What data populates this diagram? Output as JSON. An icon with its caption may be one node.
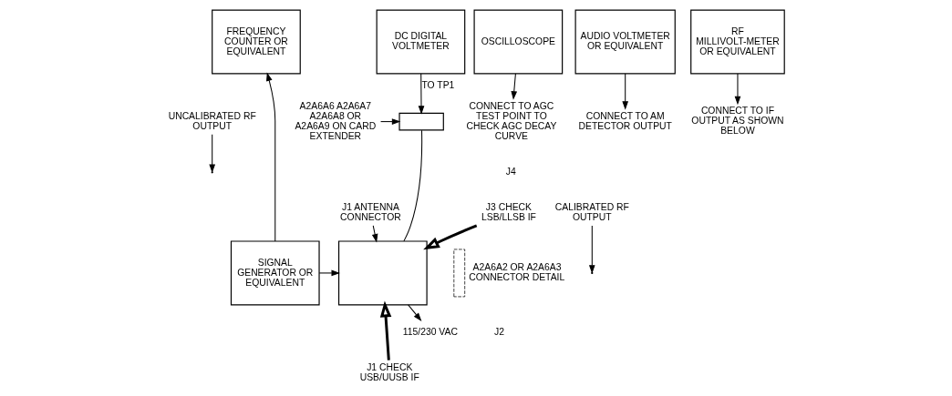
{
  "diagram": {
    "nodes": [
      {
        "text": [
          "FREQUENCY COUNTER OR EQUIVALENT"
        ]
      },
      {
        "text": [
          "SIGNAL GENERATOR OR EQUIVALENT"
        ]
      },
      {
        "text": [
          "DC DIGITAL VOLTMETER"
        ]
      },
      {
        "text": [],
        "shape": "box"
      },
      {
        "text": [],
        "shape": "box"
      },
      {
        "text": [
          "AUDIO VOLTMETER OR EQUIVALENT"
        ]
      },
      {
        "text": [
          "RF MILLIVOLT-METER OR EQUIVALENT"
        ]
      },
      {
        "text": [
          "OSCILLOSCOPE"
        ]
      },
      {
        "text": [
          "UNCALIBRATED RF OUTPUT"
        ]
      },
      {
        "text": [
          "J1 ANTENNA CONNECTOR"
        ]
      },
      {
        "text": [
          "CALIBRATED RF OUTPUT"
        ]
      },
      {
        "text": [
          "A2A6A6 A2A6A7 A2A6A8 OR A2A6A9 ON CARD EXTENDER"
        ]
      },
      {
        "text": [
          "115/230 VAC"
        ]
      },
      {
        "text": [
          "CONNECT TO AM DETECTOR OUTPUT"
        ]
      },
      {
        "text": [
          "CONNECT TO IF OUTPUT AS SHOWN BELOW"
        ]
      },
      {
        "text": [
          "CONNECT TO AGC TEST POINT TO CHECK AGC DECAY CURVE"
        ]
      },
      {
        "text": [],
        "shape": "bar",
        "beside": [
          "A2A6A2 OR A2A6A3 CONNECTOR DETAIL"
        ]
      },
      {
        "text": [
          "J4"
        ]
      },
      {
        "text": [
          "J3 CHECK LSB/LLSB IF"
        ]
      },
      {
        "text": [
          "J2"
        ]
      },
      {
        "text": [
          "J1 CHECK USB/UUSB IF"
        ]
      }
    ],
    "edges": [
      {
        "from": 1,
        "to": 0,
        "arrow": "to"
      },
      {
        "from": 1,
        "to": 4,
        "arrow": "to"
      },
      {
        "from": 2,
        "to": 3,
        "arrow": "to",
        "label": "TO TP1"
      },
      {
        "from": 3,
        "to": 4,
        "arrow": "none"
      },
      {
        "from": 4,
        "to": 12,
        "arrow": "to"
      },
      {
        "from": 5,
        "to": 13,
        "arrow": "to"
      },
      {
        "from": 6,
        "to": 14,
        "arrow": "to"
      },
      {
        "from": 7,
        "to": 15,
        "arrow": "to"
      },
      {
        "from": 18,
        "to": 4,
        "arrow": "to",
        "style": "thick"
      },
      {
        "from": 20,
        "to": 4,
        "arrow": "to",
        "style": "thick"
      },
      {
        "from": 8,
        "to": null,
        "arrow": "to"
      },
      {
        "from": 9,
        "to": 4,
        "arrow": "to"
      },
      {
        "from": 10,
        "to": null,
        "arrow": "to"
      },
      {
        "from": 11,
        "to": 3,
        "arrow": "to"
      }
    ]
  }
}
